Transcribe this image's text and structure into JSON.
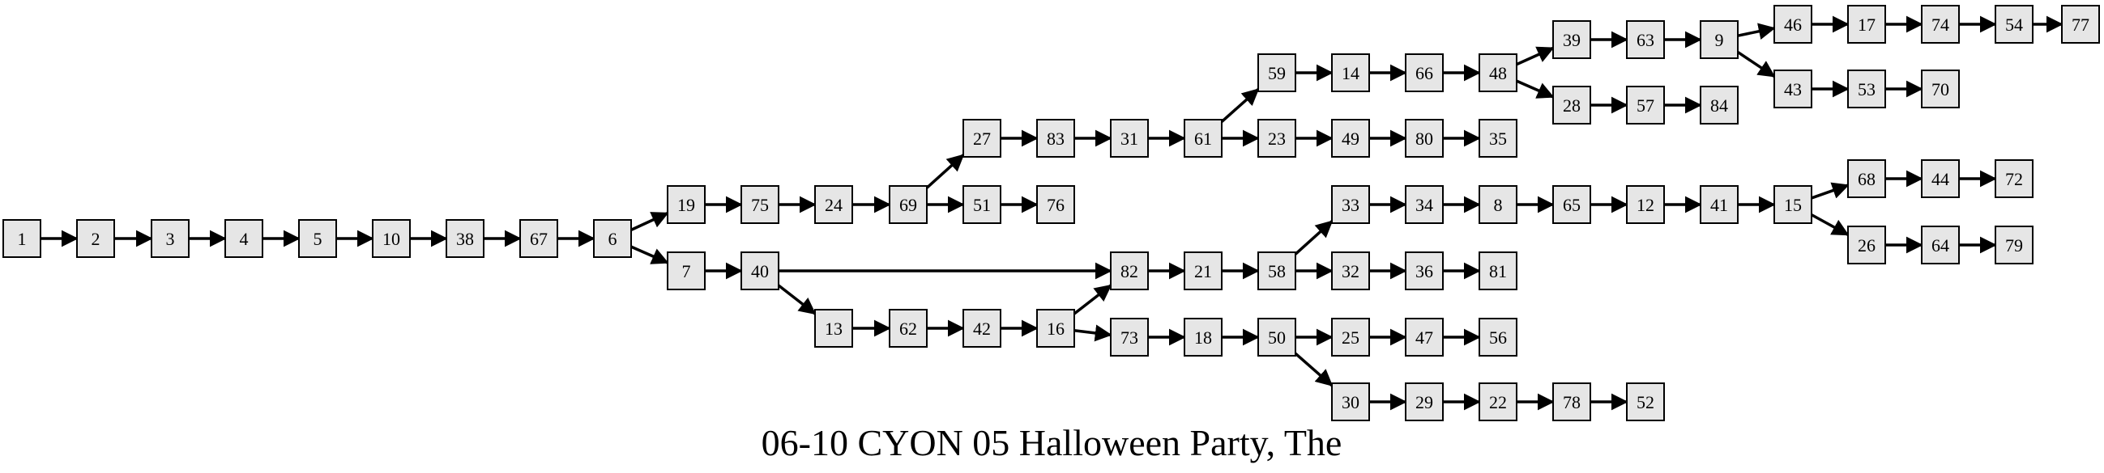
{
  "title": "06-10 CYON 05 Halloween Party, The",
  "colors": {
    "node_fill": "#e6e6e6",
    "stroke": "#000000",
    "background": "#ffffff"
  },
  "nodes": [
    "1",
    "2",
    "3",
    "4",
    "5",
    "10",
    "38",
    "67",
    "6",
    "19",
    "7",
    "75",
    "24",
    "69",
    "27",
    "51",
    "83",
    "31",
    "61",
    "59",
    "23",
    "14",
    "66",
    "48",
    "39",
    "28",
    "63",
    "9",
    "46",
    "43",
    "17",
    "74",
    "54",
    "77",
    "53",
    "70",
    "57",
    "84",
    "76",
    "49",
    "80",
    "35",
    "40",
    "82",
    "13",
    "62",
    "42",
    "16",
    "73",
    "21",
    "58",
    "33",
    "32",
    "34",
    "8",
    "65",
    "12",
    "41",
    "15",
    "68",
    "26",
    "44",
    "72",
    "64",
    "79",
    "36",
    "81",
    "18",
    "50",
    "25",
    "47",
    "56",
    "30",
    "29",
    "22",
    "78",
    "52"
  ],
  "edges": [
    [
      "1",
      "2"
    ],
    [
      "2",
      "3"
    ],
    [
      "3",
      "4"
    ],
    [
      "4",
      "5"
    ],
    [
      "5",
      "10"
    ],
    [
      "10",
      "38"
    ],
    [
      "38",
      "67"
    ],
    [
      "67",
      "6"
    ],
    [
      "6",
      "19"
    ],
    [
      "6",
      "7"
    ],
    [
      "19",
      "75"
    ],
    [
      "75",
      "24"
    ],
    [
      "24",
      "69"
    ],
    [
      "69",
      "27"
    ],
    [
      "69",
      "51"
    ],
    [
      "51",
      "76"
    ],
    [
      "27",
      "83"
    ],
    [
      "83",
      "31"
    ],
    [
      "31",
      "61"
    ],
    [
      "61",
      "59"
    ],
    [
      "61",
      "23"
    ],
    [
      "59",
      "14"
    ],
    [
      "14",
      "66"
    ],
    [
      "66",
      "48"
    ],
    [
      "48",
      "39"
    ],
    [
      "48",
      "28"
    ],
    [
      "39",
      "63"
    ],
    [
      "63",
      "9"
    ],
    [
      "9",
      "46"
    ],
    [
      "9",
      "43"
    ],
    [
      "46",
      "17"
    ],
    [
      "17",
      "74"
    ],
    [
      "74",
      "54"
    ],
    [
      "54",
      "77"
    ],
    [
      "43",
      "53"
    ],
    [
      "53",
      "70"
    ],
    [
      "28",
      "57"
    ],
    [
      "57",
      "84"
    ],
    [
      "23",
      "49"
    ],
    [
      "49",
      "80"
    ],
    [
      "80",
      "35"
    ],
    [
      "7",
      "40"
    ],
    [
      "40",
      "82"
    ],
    [
      "40",
      "13"
    ],
    [
      "13",
      "62"
    ],
    [
      "62",
      "42"
    ],
    [
      "42",
      "16"
    ],
    [
      "16",
      "82"
    ],
    [
      "16",
      "73"
    ],
    [
      "82",
      "21"
    ],
    [
      "21",
      "58"
    ],
    [
      "58",
      "33"
    ],
    [
      "58",
      "32"
    ],
    [
      "33",
      "34"
    ],
    [
      "34",
      "8"
    ],
    [
      "8",
      "65"
    ],
    [
      "65",
      "12"
    ],
    [
      "12",
      "41"
    ],
    [
      "41",
      "15"
    ],
    [
      "15",
      "68"
    ],
    [
      "15",
      "26"
    ],
    [
      "68",
      "44"
    ],
    [
      "44",
      "72"
    ],
    [
      "26",
      "64"
    ],
    [
      "64",
      "79"
    ],
    [
      "32",
      "36"
    ],
    [
      "36",
      "81"
    ],
    [
      "73",
      "18"
    ],
    [
      "18",
      "50"
    ],
    [
      "50",
      "25"
    ],
    [
      "50",
      "30"
    ],
    [
      "25",
      "47"
    ],
    [
      "47",
      "56"
    ],
    [
      "30",
      "29"
    ],
    [
      "29",
      "22"
    ],
    [
      "22",
      "78"
    ],
    [
      "78",
      "52"
    ]
  ]
}
